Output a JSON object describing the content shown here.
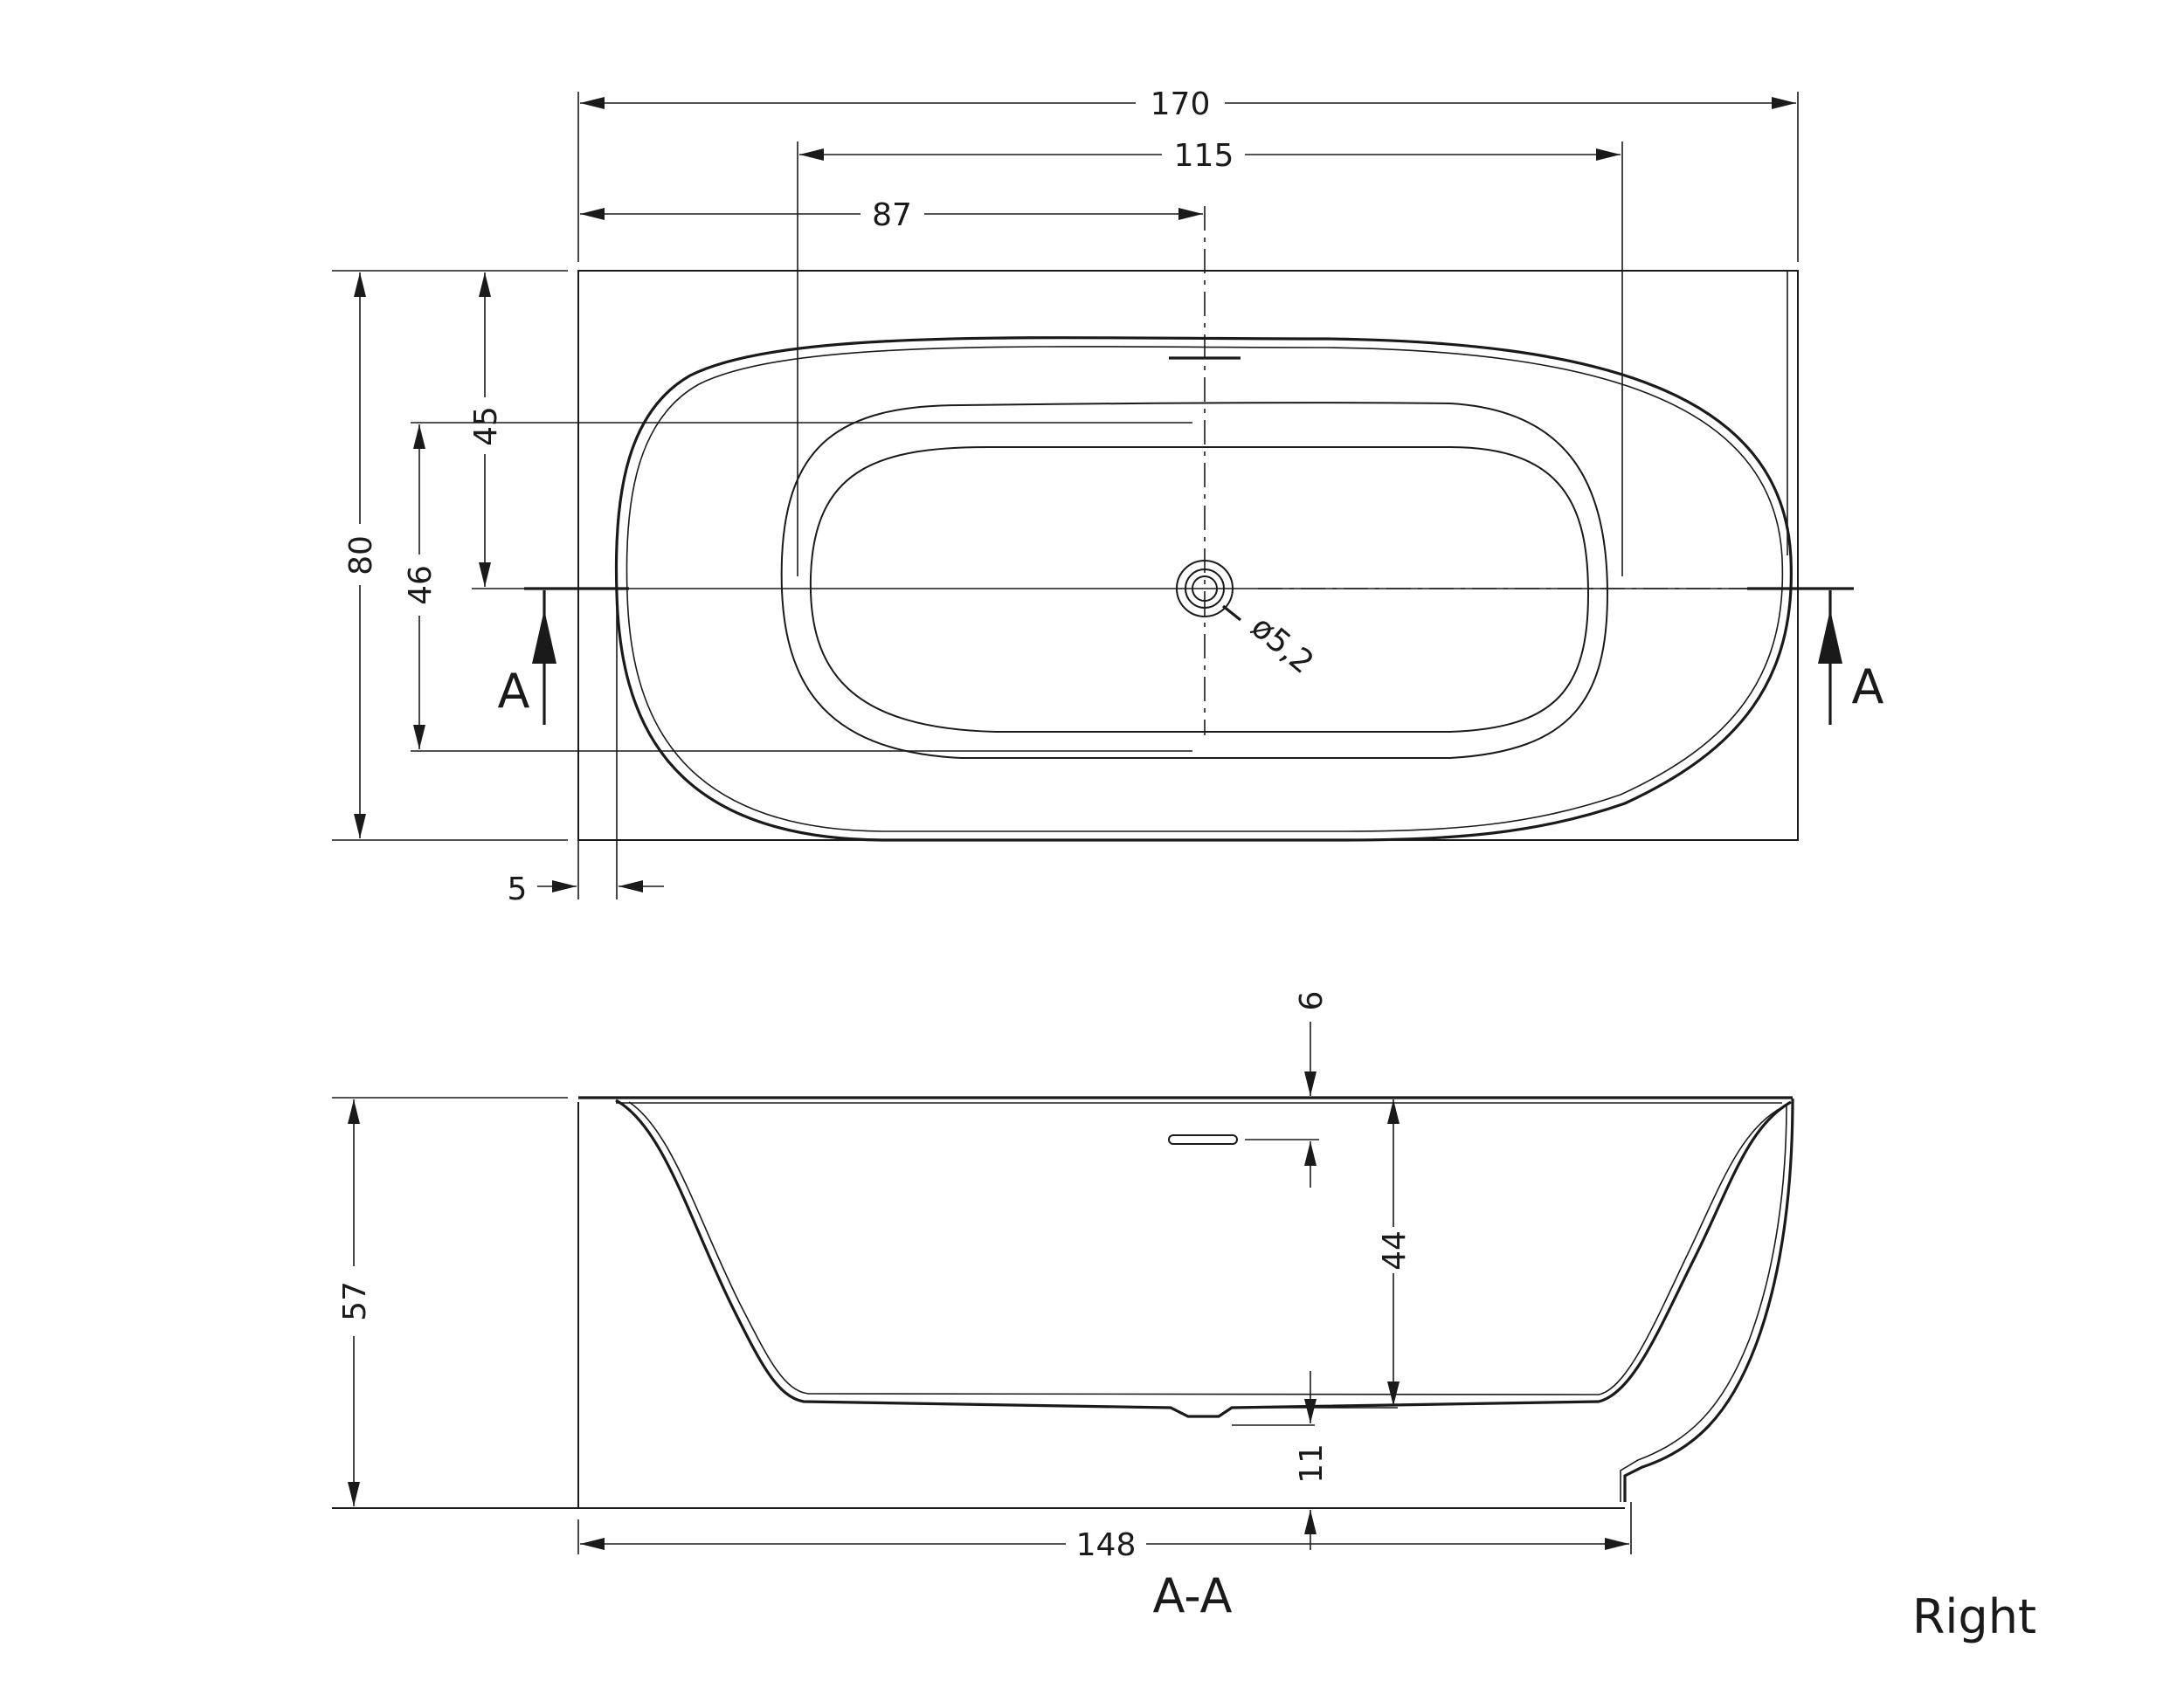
{
  "plan_view": {
    "dimensions": {
      "overall_length": "170",
      "basin_length": "115",
      "drain_offset": "87",
      "overall_width": "80",
      "drain_from_back": "45",
      "basin_width": "46",
      "rim_offset": "5",
      "drain_diameter": "ø5,2"
    },
    "section_marker_left": "A",
    "section_marker_right": "A"
  },
  "section_view": {
    "dimensions": {
      "rim_thickness": "6",
      "total_height": "57",
      "basin_depth": "44",
      "bottom_clearance": "11",
      "base_length": "148"
    },
    "section_title": "A-A"
  },
  "variant_label": "Right"
}
